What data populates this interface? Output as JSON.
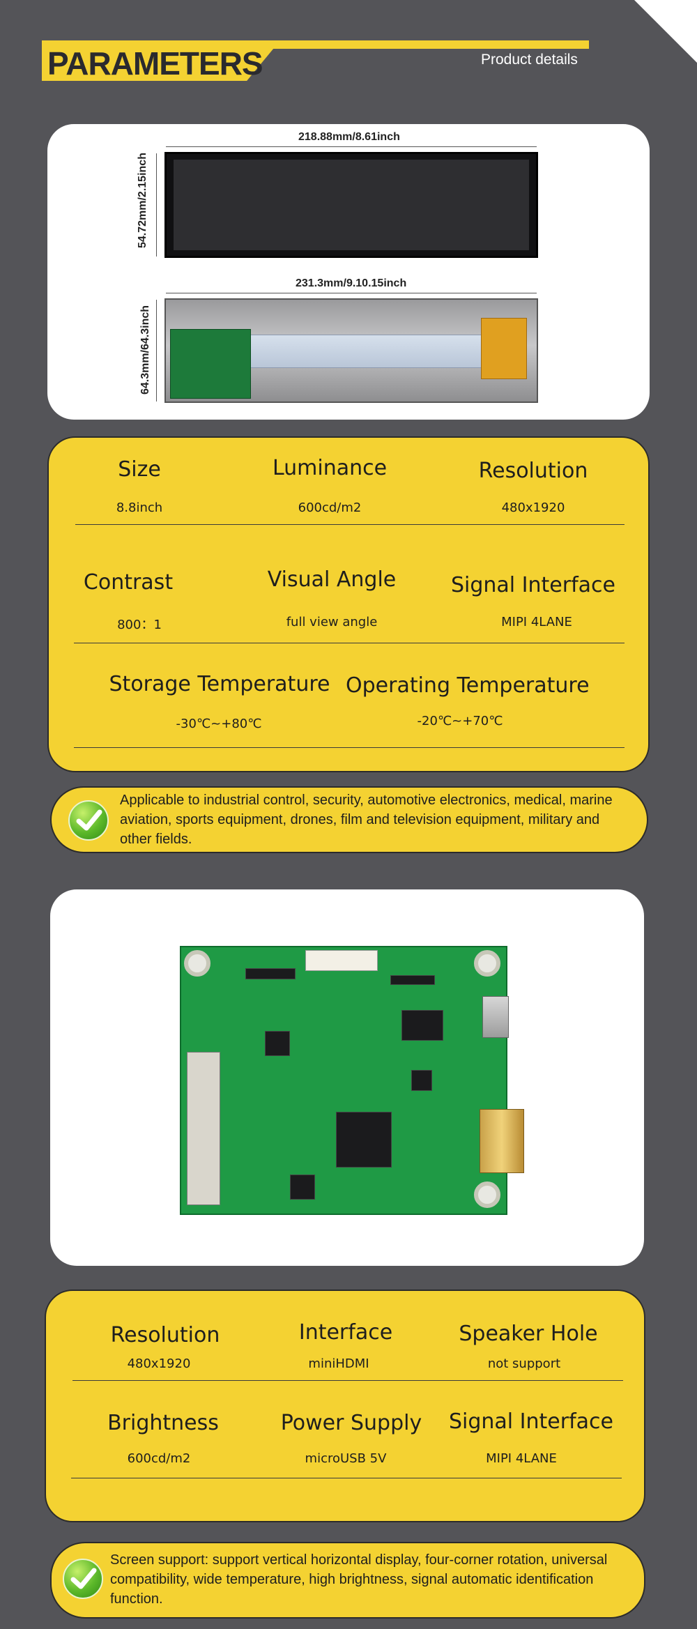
{
  "header": {
    "title": "PARAMETERS",
    "subtitle": "Product details"
  },
  "dimensions": {
    "front_width": "218.88mm/8.61inch",
    "front_height": "54.72mm/2.15inch",
    "back_width": "231.3mm/9.10.15inch",
    "back_height": "64.3mm/64.3inch"
  },
  "screen_specs": [
    {
      "label": "Size",
      "value": "8.8inch"
    },
    {
      "label": "Luminance",
      "value": "600cd/m2"
    },
    {
      "label": "Resolution",
      "value": "480x1920"
    },
    {
      "label": "Contrast",
      "value": "800：1"
    },
    {
      "label": "Visual Angle",
      "value": "full view angle"
    },
    {
      "label": "Signal Interface",
      "value": "MIPI 4LANE"
    },
    {
      "label": "Storage Temperature",
      "value": "-30℃~+80℃"
    },
    {
      "label": "Operating Temperature",
      "value": "-20℃~+70℃"
    }
  ],
  "applications_note": "Applicable to industrial control, security, automotive electronics, medical, marine aviation, sports equipment, drones, film and television equipment, military and other fields.",
  "board_specs": [
    {
      "label": "Resolution",
      "value": "480x1920"
    },
    {
      "label": "Interface",
      "value": "miniHDMI"
    },
    {
      "label": "Speaker Hole",
      "value": "not support"
    },
    {
      "label": "Brightness",
      "value": "600cd/m2"
    },
    {
      "label": "Power Supply",
      "value": "microUSB 5V"
    },
    {
      "label": "Signal Interface",
      "value": "MIPI 4LANE"
    }
  ],
  "board_note": "Screen support: support vertical horizontal display, four-corner rotation, universal compatibility, wide temperature, high brightness, signal automatic identification function.",
  "icons": {
    "check": "check-circle-icon"
  },
  "colors": {
    "background": "#545458",
    "accent_yellow": "#f4d232",
    "card_white": "#ffffff",
    "check_green": "#5cb82a"
  }
}
